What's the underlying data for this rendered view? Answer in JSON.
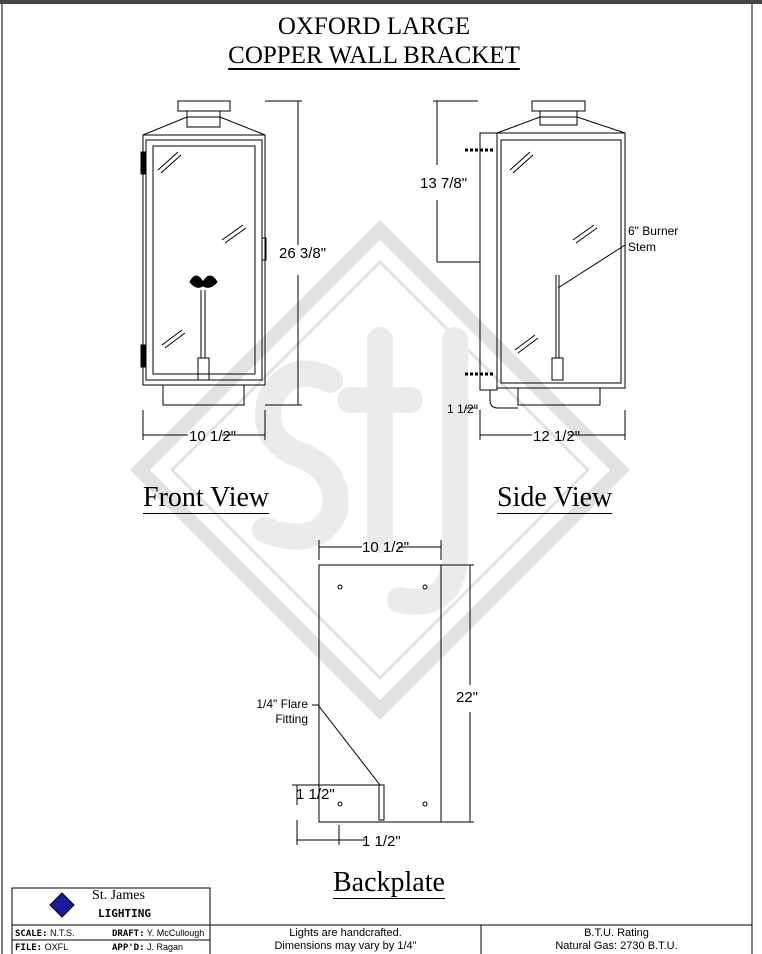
{
  "title": {
    "line1": "OXFORD LARGE",
    "line2": "COPPER WALL BRACKET"
  },
  "watermark": "StJ",
  "views": {
    "front": "Front View",
    "side": "Side View",
    "backplate": "Backplate"
  },
  "dimensions": {
    "front_height": "26 3/8\"",
    "front_width": "10 1/2\"",
    "side_height": "13 7/8\"",
    "side_offset": "1 1/2\"",
    "side_depth": "12 1/2\"",
    "back_width": "10 1/2\"",
    "back_height": "22\"",
    "back_fitting_height": "1 1/2\"",
    "back_fitting_offset": "1 1/2\""
  },
  "callouts": {
    "burner_l1": "6\" Burner",
    "burner_l2": "Stem",
    "flare_l1": "1/4\" Flare",
    "flare_l2": "Fitting"
  },
  "title_block": {
    "company": "St. James",
    "company_sub": "LIGHTING",
    "scale_label": "SCALE:",
    "scale": "N.T.S.",
    "draft_label": "DRAFT:",
    "draft": "Y. McCullough",
    "file_label": "FILE:",
    "file": "OXFL",
    "appd_label": "APP'D:",
    "appd": "J. Ragan",
    "note1": "Lights are handcrafted.",
    "note2": "Dimensions may vary by 1/4\"",
    "btu_title": "B.T.U. Rating",
    "btu_value": "Natural Gas: 2730 B.T.U."
  },
  "colors": {
    "logo": "#1a1aa0",
    "watermark": "#e4e4e4"
  }
}
